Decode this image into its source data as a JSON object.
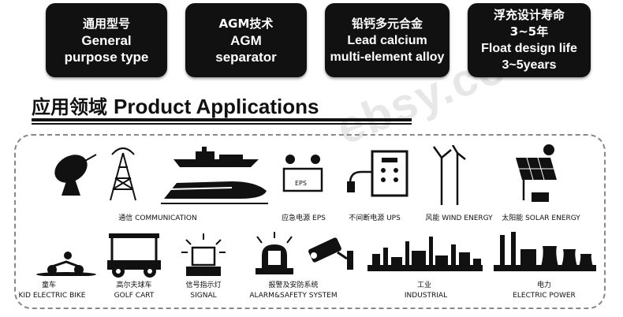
{
  "features": [
    {
      "lines": [
        "通用型号",
        "General",
        "purpose type"
      ]
    },
    {
      "lines": [
        "AGM技术",
        "AGM",
        "separator"
      ]
    },
    {
      "lines": [
        "铅钙多元合金",
        "Lead calcium",
        "multi-element alloy"
      ]
    },
    {
      "lines": [
        "浮充设计寿命",
        "3~5年",
        "Float design life",
        "3~5years"
      ]
    }
  ],
  "section": {
    "title_cn": "应用领域",
    "title_en": "Product Applications"
  },
  "applications": {
    "communication": "通信 COMMUNICATION",
    "emergency": "应急电源 EPS",
    "eps_box": "EPS",
    "ups": "不间断电源 UPS",
    "wind": "风能 WIND ENERGY",
    "solar": "太阳能 SOLAR ENERGY",
    "kid_bike_cn": "童车",
    "kid_bike_en": "KID ELECTRIC BIKE",
    "golf_cn": "高尔夫球车",
    "golf_en": "GOLF CART",
    "signal_cn": "信号指示灯",
    "signal_en": "SIGNAL",
    "alarm_cn": "报警及安防系统",
    "alarm_en": "ALARM&SAFETY SYSTEM",
    "industrial_cn": "工业",
    "industrial_en": "INDUSTRIAL",
    "power_cn": "电力",
    "power_en": "ELECTRIC POWER"
  },
  "watermark": "ebsy.com",
  "colors": {
    "badge_bg": "#111111",
    "text": "#111111",
    "frame": "#888888"
  }
}
